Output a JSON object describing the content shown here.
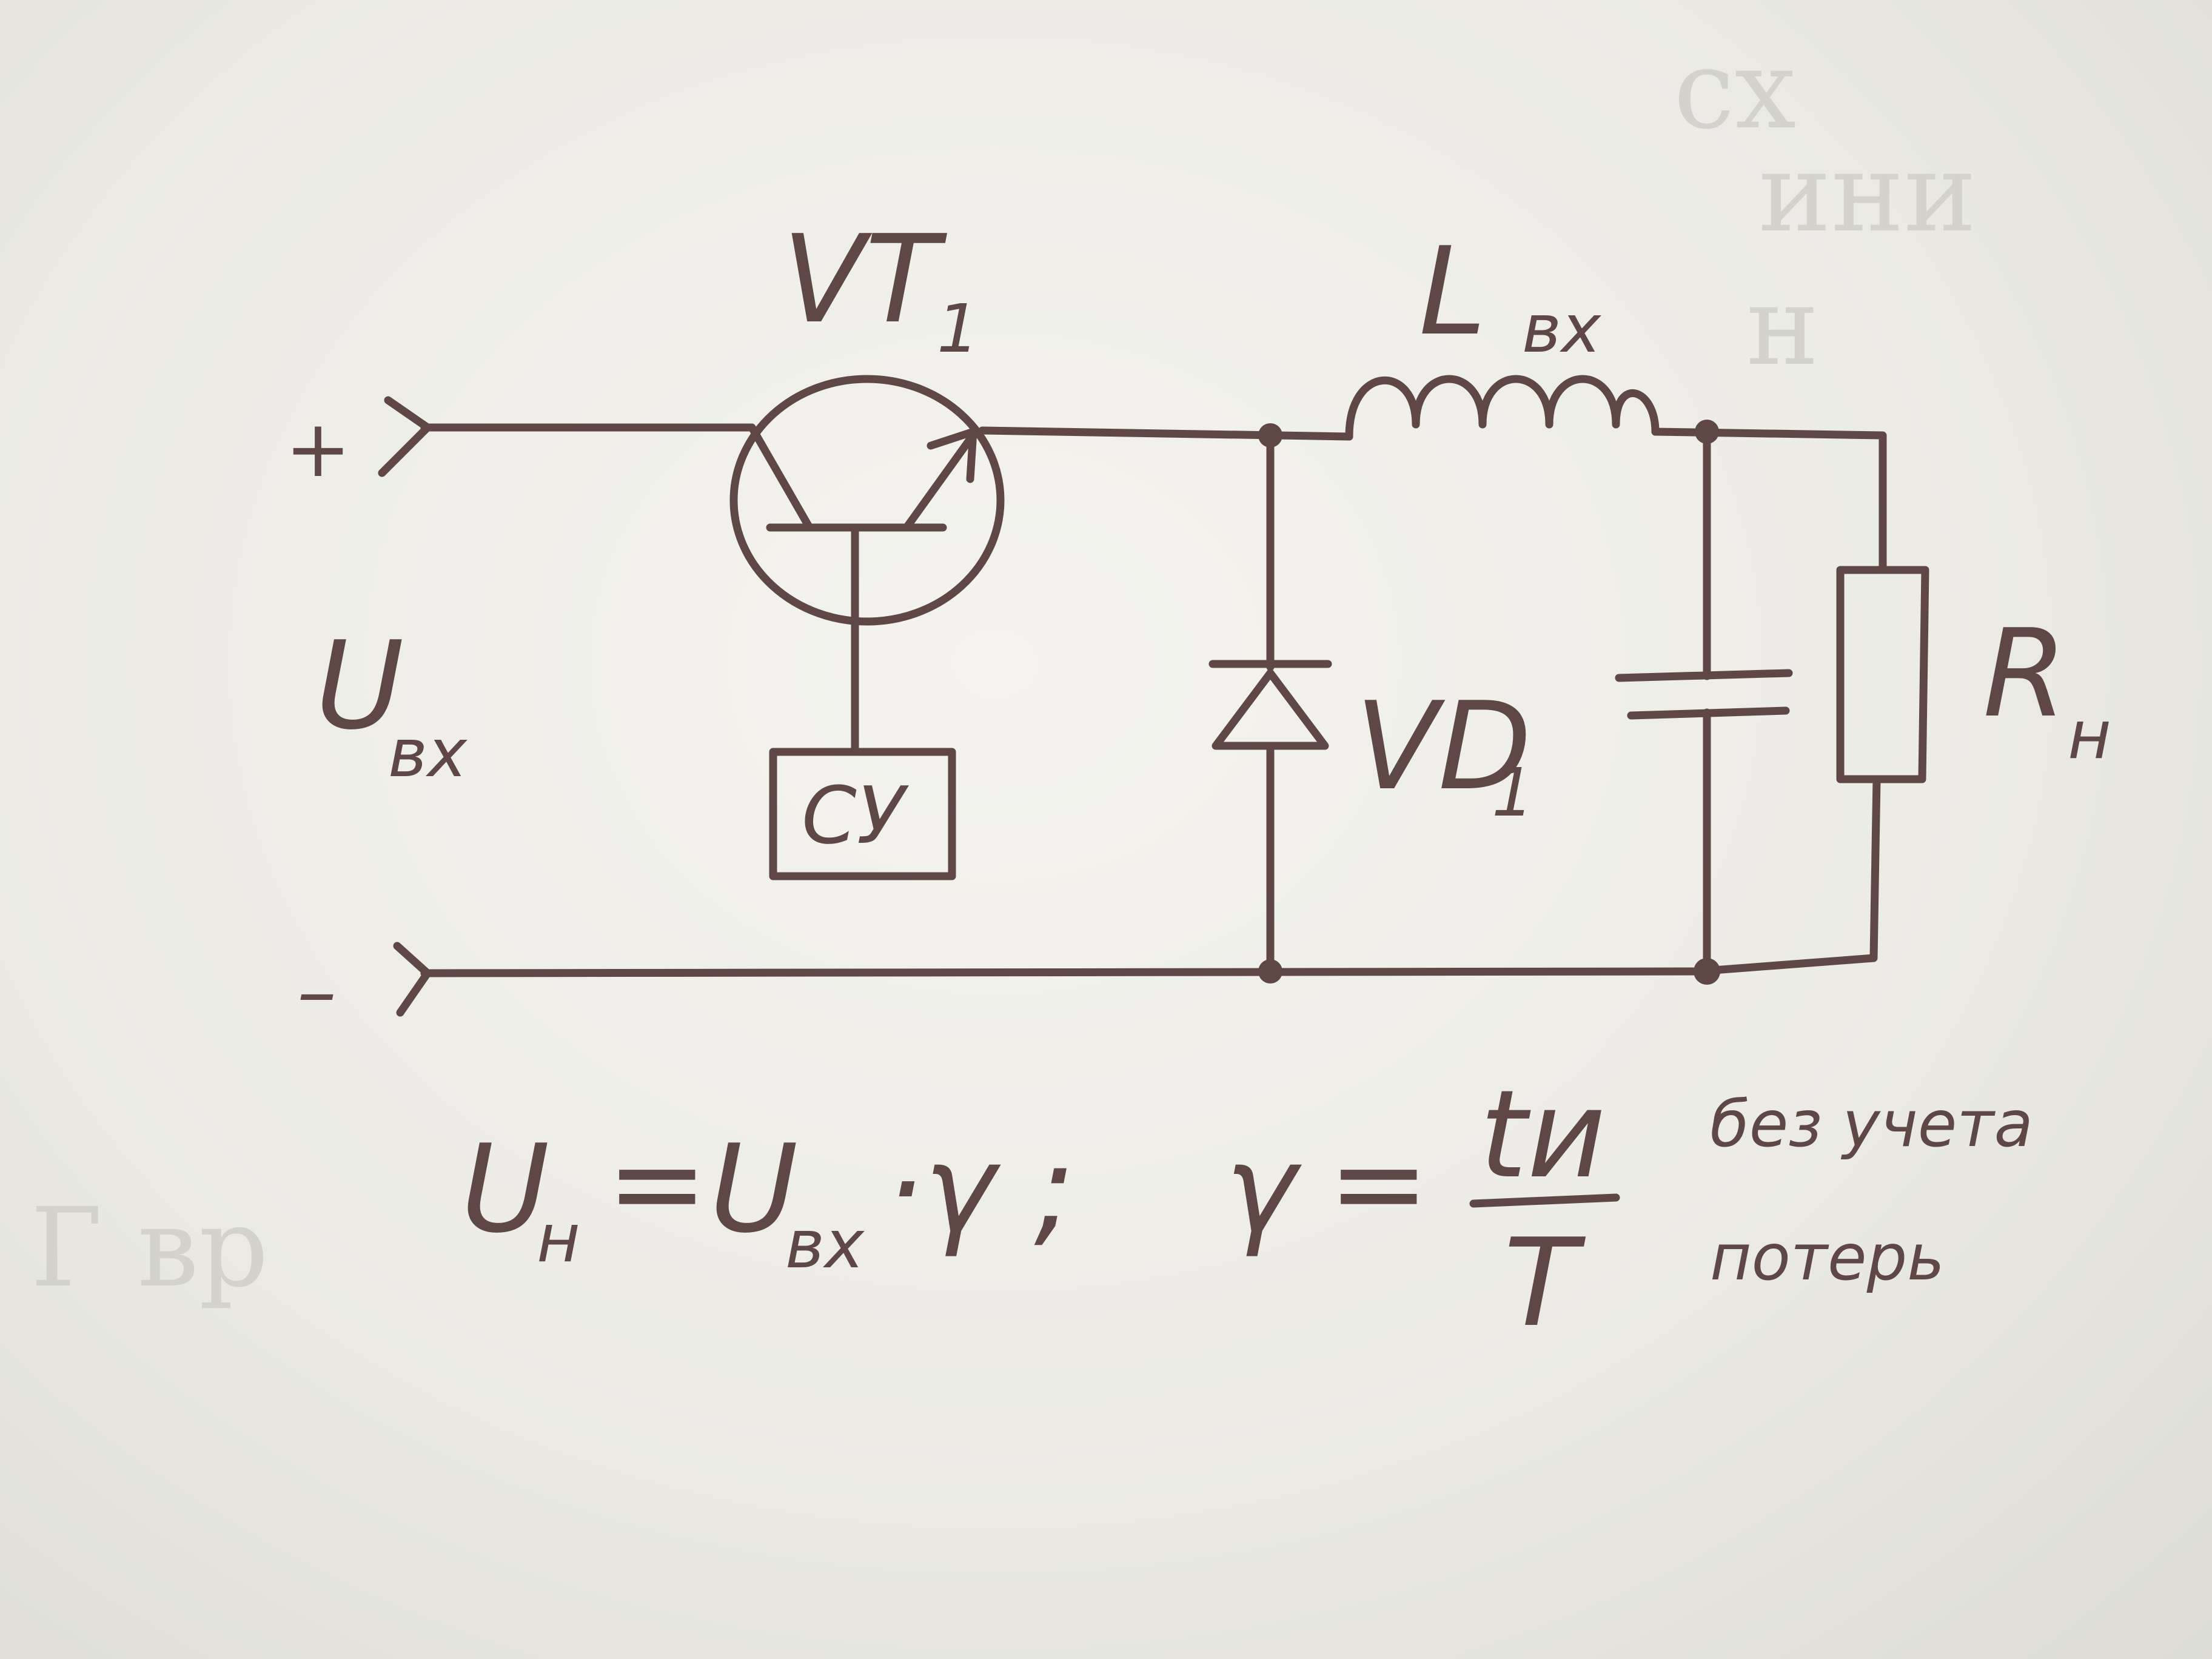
{
  "colors": {
    "ink": "#5e4744",
    "paper": "#efeeea"
  },
  "labels": {
    "transistor": "VT",
    "transistor_sub": "1",
    "inductor": "L",
    "inductor_sub": "вх",
    "input_voltage": "U",
    "input_voltage_sub": "вх",
    "plus": "+",
    "minus": "–",
    "control_unit": "СУ",
    "diode": "VD",
    "diode_sub": "1",
    "load": "R",
    "load_sub": "н"
  },
  "formulas": {
    "left": {
      "lhs": "U",
      "lhs_sub": "н",
      "eq": "=",
      "rhs": "U",
      "rhs_sub": "вх",
      "tail": "·γ ;"
    },
    "right": {
      "lhs": "γ",
      "eq": "=",
      "numerator": "tи",
      "denominator": "T"
    },
    "note_line1": "без учета",
    "note_line2": "потерь"
  }
}
